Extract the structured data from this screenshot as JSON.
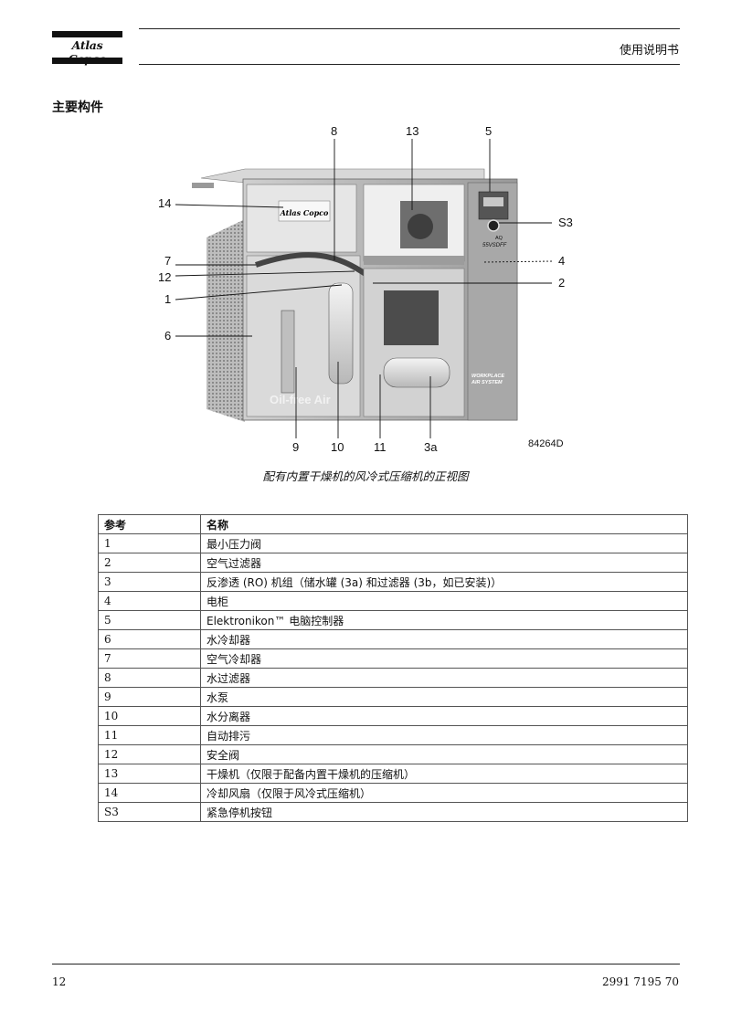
{
  "header": {
    "logo_text": "Atlas Copco",
    "doc_title": "使用说明书"
  },
  "section_title": "主要构件",
  "figure": {
    "callouts": {
      "c8": "8",
      "c13": "13",
      "c5": "5",
      "c14": "14",
      "cS3": "S3",
      "c7": "7",
      "c4": "4",
      "c12": "12",
      "c2": "2",
      "c1": "1",
      "c6": "6",
      "c9": "9",
      "c10": "10",
      "c11": "11",
      "c3a": "3a"
    },
    "image_code": "84264D",
    "machine_text": {
      "panel_model_a": "AQ",
      "panel_model_b": "55VSDFF",
      "logo": "Atlas Copco",
      "oilfree": "Oil-free Air",
      "workplace_a": "WORKPLACE",
      "workplace_b": "AIR SYSTEM"
    },
    "caption": "配有内置干燥机的风冷式压缩机的正视图"
  },
  "table": {
    "headers": [
      "参考",
      "名称"
    ],
    "rows": [
      {
        "ref": "1",
        "name": "最小压力阀"
      },
      {
        "ref": "2",
        "name": "空气过滤器"
      },
      {
        "ref": "3",
        "name": "反渗透 (RO) 机组（储水罐 (3a) 和过滤器 (3b，如已安装)）"
      },
      {
        "ref": "4",
        "name": "电柜"
      },
      {
        "ref": "5",
        "name": "Elektronikon™ 电脑控制器"
      },
      {
        "ref": "6",
        "name": "水冷却器"
      },
      {
        "ref": "7",
        "name": "空气冷却器"
      },
      {
        "ref": "8",
        "name": "水过滤器"
      },
      {
        "ref": "9",
        "name": "水泵"
      },
      {
        "ref": "10",
        "name": "水分离器"
      },
      {
        "ref": "11",
        "name": "自动排污"
      },
      {
        "ref": "12",
        "name": "安全阀"
      },
      {
        "ref": "13",
        "name": "干燥机（仅限于配备内置干燥机的压缩机）"
      },
      {
        "ref": "14",
        "name": "冷却风扇（仅限于风冷式压缩机）"
      },
      {
        "ref": "S3",
        "name": "紧急停机按钮"
      }
    ]
  },
  "footer": {
    "page_number": "12",
    "doc_number": "2991 7195 70"
  }
}
